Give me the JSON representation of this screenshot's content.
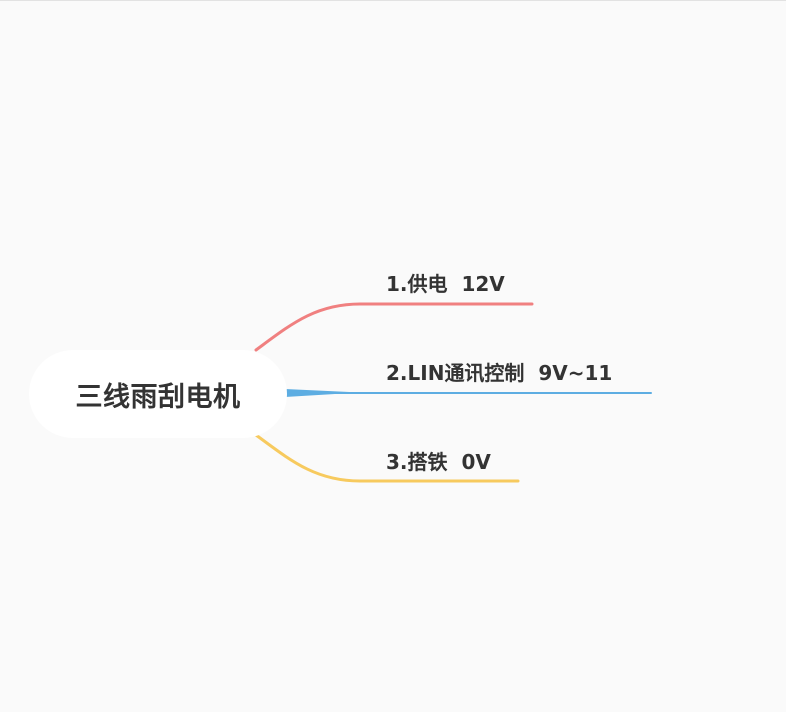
{
  "root": {
    "title": "三线雨刮电机"
  },
  "branches": [
    {
      "label": "1.供电  12V",
      "color": "#f08080"
    },
    {
      "label": "2.LIN通讯控制  9V~11",
      "color": "#5dade2"
    },
    {
      "label": "3.搭铁  0V",
      "color": "#f7ca5e"
    }
  ]
}
